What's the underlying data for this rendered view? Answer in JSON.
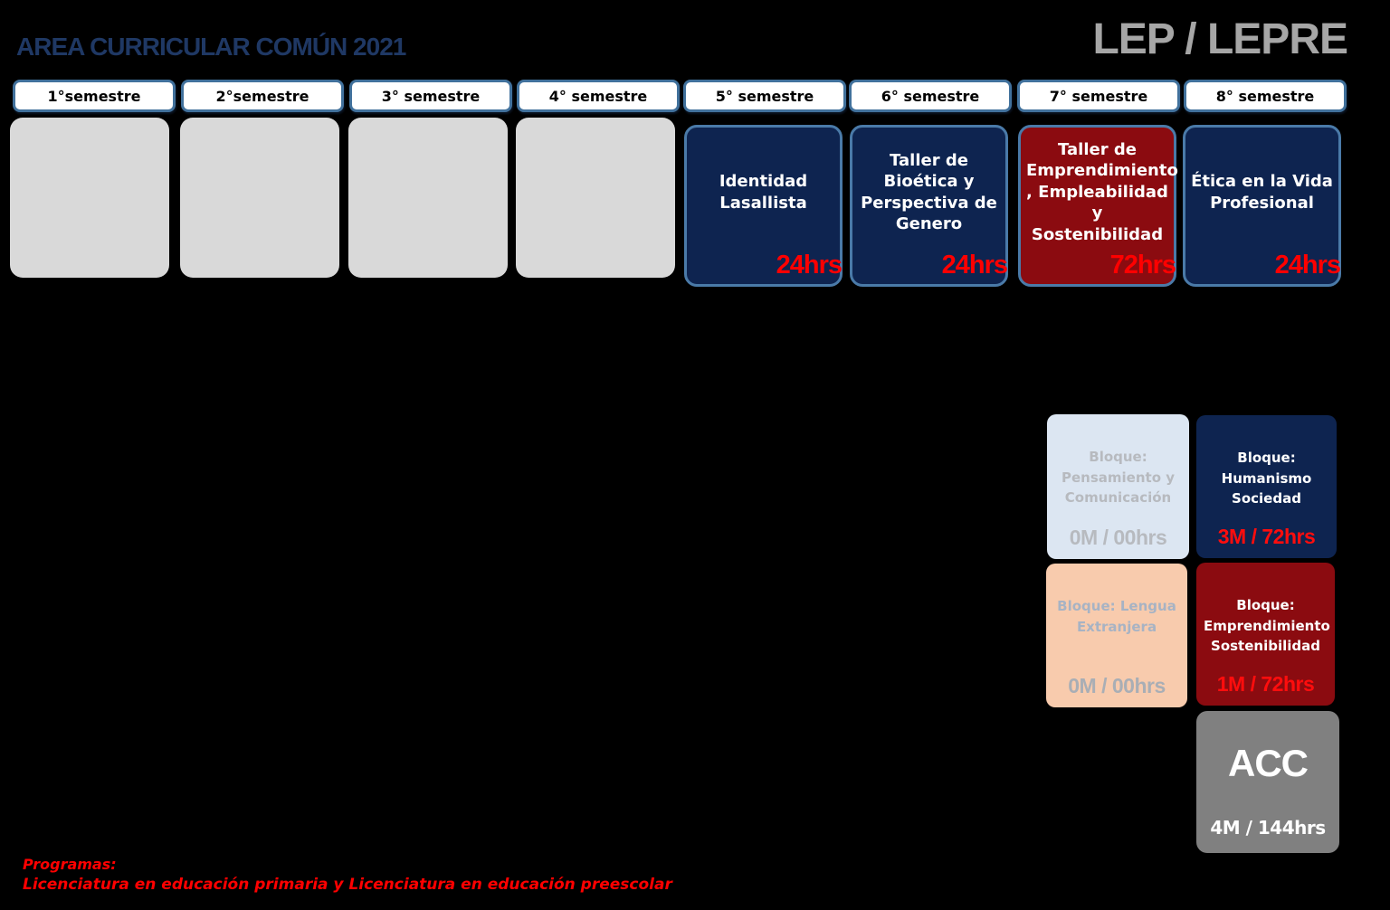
{
  "page": {
    "title": "AREA CURRICULAR COMÚN 2021",
    "brand": "LEP / LEPRE"
  },
  "colors": {
    "background": "#000000",
    "title_navy": "#1f3864",
    "brand_gray": "#a6a6a6",
    "header_border_blue": "#41719c",
    "placeholder_gray": "#d9d9d9",
    "card_navy": "#0e2450",
    "card_maroon": "#8b0b10",
    "card_border_blue": "#4a7aa8",
    "hours_red": "#ff0000",
    "legend_lightblue": "#dce6f2",
    "legend_peach": "#f8cbad",
    "acc_gray": "#808080",
    "muted_gray_text": "#b7babf",
    "muted_blue_text": "#a7b3c4"
  },
  "semesters": [
    {
      "label": "1°semestre"
    },
    {
      "label": "2°semestre"
    },
    {
      "label": "3° semestre"
    },
    {
      "label": "4° semestre"
    },
    {
      "label": "5° semestre"
    },
    {
      "label": "6° semestre"
    },
    {
      "label": "7° semestre"
    },
    {
      "label": "8° semestre"
    }
  ],
  "courses": [
    {
      "semester": "5° semestre",
      "title": "Identidad Lasallista",
      "hours": "24hrs"
    },
    {
      "semester": "6° semestre",
      "title": "Taller de Bioética y Perspectiva de Genero",
      "hours": "24hrs"
    },
    {
      "semester": "7° semestre",
      "title": "Taller de Emprendimiento , Empleabilidad y Sostenibilidad",
      "hours": "72hrs"
    },
    {
      "semester": "8° semestre",
      "title": "Ética en la Vida Profesional",
      "hours": "24hrs"
    }
  ],
  "legend_blocks": [
    {
      "title": "Bloque: Pensamiento y Comunicación",
      "hours": "0M / 00hrs"
    },
    {
      "title": "Bloque: Humanismo Sociedad",
      "hours": "3M / 72hrs"
    },
    {
      "title": "Bloque: Lengua Extranjera",
      "hours": "0M / 00hrs"
    },
    {
      "title": "Bloque: Emprendimiento Sostenibilidad",
      "hours": "1M / 72hrs"
    }
  ],
  "acc_total": {
    "label": "ACC",
    "hours": "4M / 144hrs"
  },
  "footer": {
    "line1": "Programas:",
    "line2": "Licenciatura en educación primaria y Licenciatura en educación preescolar"
  }
}
